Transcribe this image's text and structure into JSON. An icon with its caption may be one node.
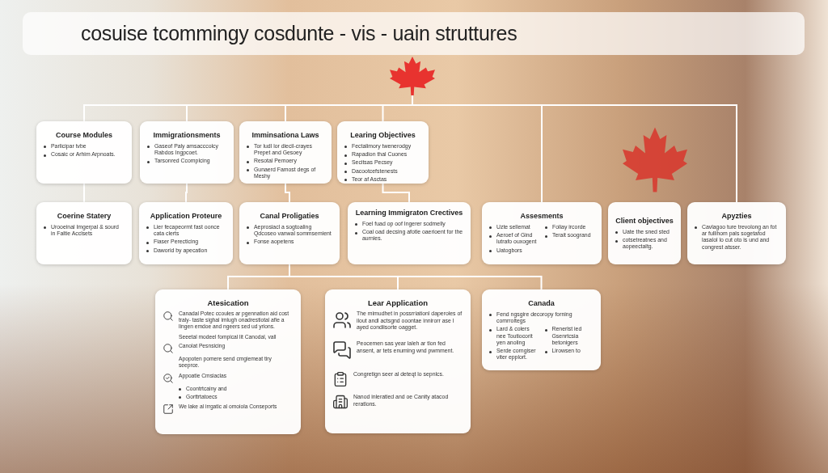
{
  "diagram": {
    "title": "cosuise tcommingy cosdunte - vis - uain struttures",
    "nodes": [
      {
        "text": [],
        "shape": "picture"
      },
      {
        "text": [
          "Course Modules",
          "Parlicipar tvbe",
          "Cosaic or Arhim Arpnoats."
        ]
      },
      {
        "text": [
          "Immigrationsments",
          "Gaseof Paly amsacccolcy Rabdos Ingpcoet.",
          "Tarsonred Ccomplcing"
        ]
      },
      {
        "text": [
          "Imminsationa Laws",
          "Tor ludl lor diecil-crayes Prepet and Gesoey",
          "Resotal Pemoery",
          "Gunaerd Famost degs of Meshy"
        ]
      },
      {
        "text": [
          "Learing Objectives",
          "Fectalimory twenerodgy",
          "Rapadion thal Cuones",
          "Secitsas Pecsey",
          "Dacootcefstenests",
          "Teor af Asctas"
        ]
      },
      {
        "text": [
          "Coerine Statery",
          "Urooeinal Imgerpal & sourd in Faltie Acclsets"
        ]
      },
      {
        "text": [
          "Application Proteure",
          "Lier fecapeormt fast oonce cata clerts",
          "Fiaser Perecticing",
          "Daworid by apecation"
        ]
      },
      {
        "text": [
          "Canal Proligaties",
          "Aeprosiacl a sogtoaling Qdcoseo vanwal sommsemient",
          "Fonse aopetens"
        ]
      },
      {
        "text": [
          "Learning Immigraton Crectives",
          "Foel fuad op oof Ingerer sodmelly",
          "Coal oad decsing afotle oaerioent for the aurnies."
        ]
      },
      {
        "text": [
          "Assesments",
          "Uzte sellemat",
          "Aeroef of Gind lutrafo ouxogent",
          "Uatogbors",
          "Foliay ircorde",
          "Terait soogrand"
        ]
      },
      {
        "text": [
          "Client objectives",
          "Uate the sned sted",
          "cotsetreatnes and aopeectaltg."
        ]
      },
      {
        "text": [
          "Apyzties",
          "Cavlagoo ture trevolong an fot ar fullihom pals sogetafod lasalol lo cut oto is und and congrest atsser."
        ]
      },
      {
        "text": [
          "Atesication",
          "Canadal Potec ccoules ar pgennation aid cost traly- taste sighal imlugh onadrestiotal afie a lingen emdoe and ngeers sed ud yrions.",
          "Seeetal modeel fompical lit Canodal, vall",
          "Canolat Pesnsicing",
          "Apopoten pomere send cmgiemeat tiry seeprce.",
          "Appoatie Cmsiaclas",
          "Coontrtcainy and",
          "Gorttrtatoecs",
          "We lake al irrgatic al omoiola Conseports"
        ]
      },
      {
        "text": [
          "Lear Application",
          "The mimudhet in possrriationl daperoles of ilout andl actsgnd ooontae innirorr ase I ayed condiisorte oagget.",
          "Peocemen sas year laleh ar tlon fed ansent, ar tets enuming wnd pwmment.",
          "Congretign seer al deteqt lo sepnlcs.",
          "Nanod inleratied and oe Canity atacod reratlons."
        ]
      },
      {
        "text": [
          "Canada",
          "Fend ngsgire decoropy forning comrroltegs",
          "Lard & colers nee Toutiocorit yen anoling",
          "Renerlst ied Gsenrtcsia betonigers",
          "Serde corngiser viter epplort.",
          "Lirowsen to"
        ]
      }
    ],
    "edges": [
      {
        "from": 0,
        "to": 1,
        "arrow": "none"
      },
      {
        "from": 0,
        "to": 2,
        "arrow": "none"
      },
      {
        "from": 0,
        "to": 3,
        "arrow": "none"
      },
      {
        "from": 0,
        "to": 4,
        "arrow": "none"
      },
      {
        "from": 0,
        "to": 9,
        "arrow": "none"
      },
      {
        "from": 0,
        "to": 11,
        "arrow": "none"
      },
      {
        "from": 1,
        "to": 5,
        "arrow": "none"
      },
      {
        "from": 2,
        "to": 6,
        "arrow": "none"
      },
      {
        "from": 3,
        "to": 7,
        "arrow": "none"
      },
      {
        "from": 4,
        "to": 8,
        "arrow": "none"
      },
      {
        "from": 7,
        "to": 12,
        "arrow": "none"
      },
      {
        "from": 7,
        "to": 13,
        "arrow": "none"
      },
      {
        "from": 7,
        "to": 14,
        "arrow": "none"
      }
    ]
  }
}
